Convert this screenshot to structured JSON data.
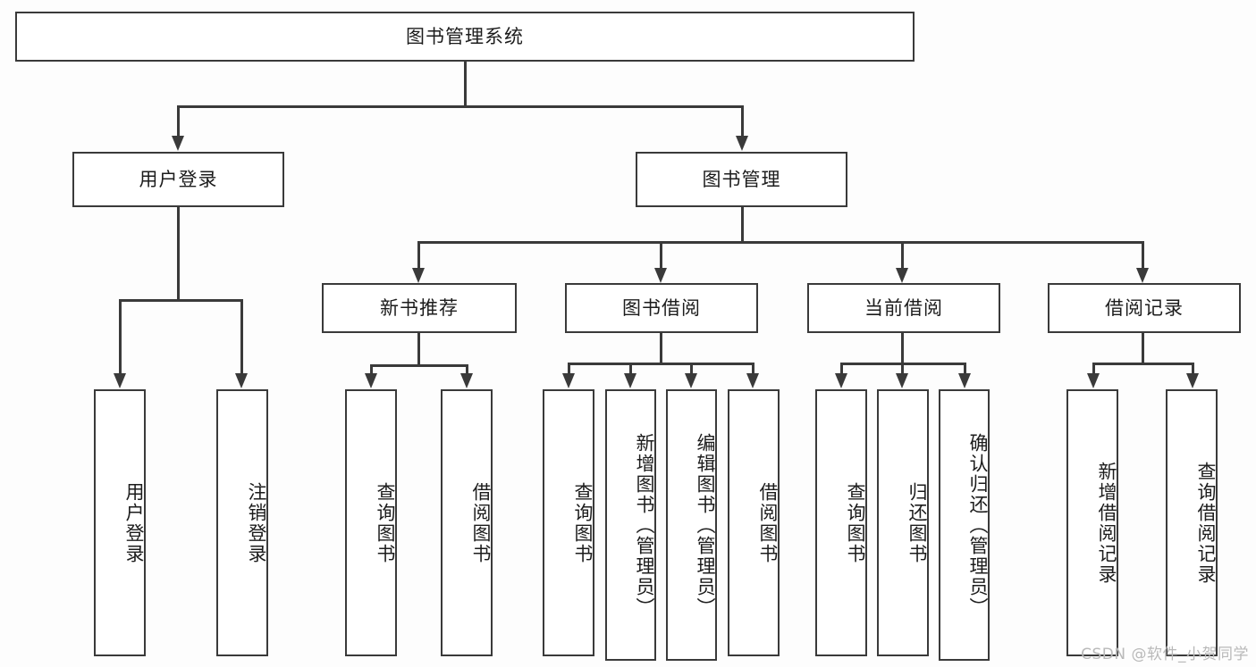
{
  "diagram": {
    "title": "图书管理系统",
    "type": "tree-hierarchy-chart",
    "root": {
      "label": "图书管理系统"
    },
    "level2": [
      {
        "label": "用户登录"
      },
      {
        "label": "图书管理"
      }
    ],
    "level3": [
      {
        "label": "新书推荐"
      },
      {
        "label": "图书借阅"
      },
      {
        "label": "当前借阅"
      },
      {
        "label": "借阅记录"
      }
    ],
    "leaves": {
      "user_login": [
        {
          "label": "用户登录"
        },
        {
          "label": "注销登录"
        }
      ],
      "new_book_recommend": [
        {
          "label": "查询图书"
        },
        {
          "label": "借阅图书"
        }
      ],
      "book_borrow": [
        {
          "label": "查询图书"
        },
        {
          "label": "新增图书（管理员）"
        },
        {
          "label": "编辑图书（管理员）"
        },
        {
          "label": "借阅图书"
        }
      ],
      "current_borrow": [
        {
          "label": "查询图书"
        },
        {
          "label": "归还图书"
        },
        {
          "label": "确认归还（管理员）"
        }
      ],
      "borrow_record": [
        {
          "label": "新增借阅记录"
        },
        {
          "label": "查询借阅记录"
        }
      ]
    }
  },
  "watermark": {
    "text": "CSDN @软件_小贺同学"
  },
  "colors": {
    "border": "#3a3a3a",
    "background": "#fdfdfd",
    "text": "#1c1c1c",
    "watermark": "#b9b9b9"
  }
}
